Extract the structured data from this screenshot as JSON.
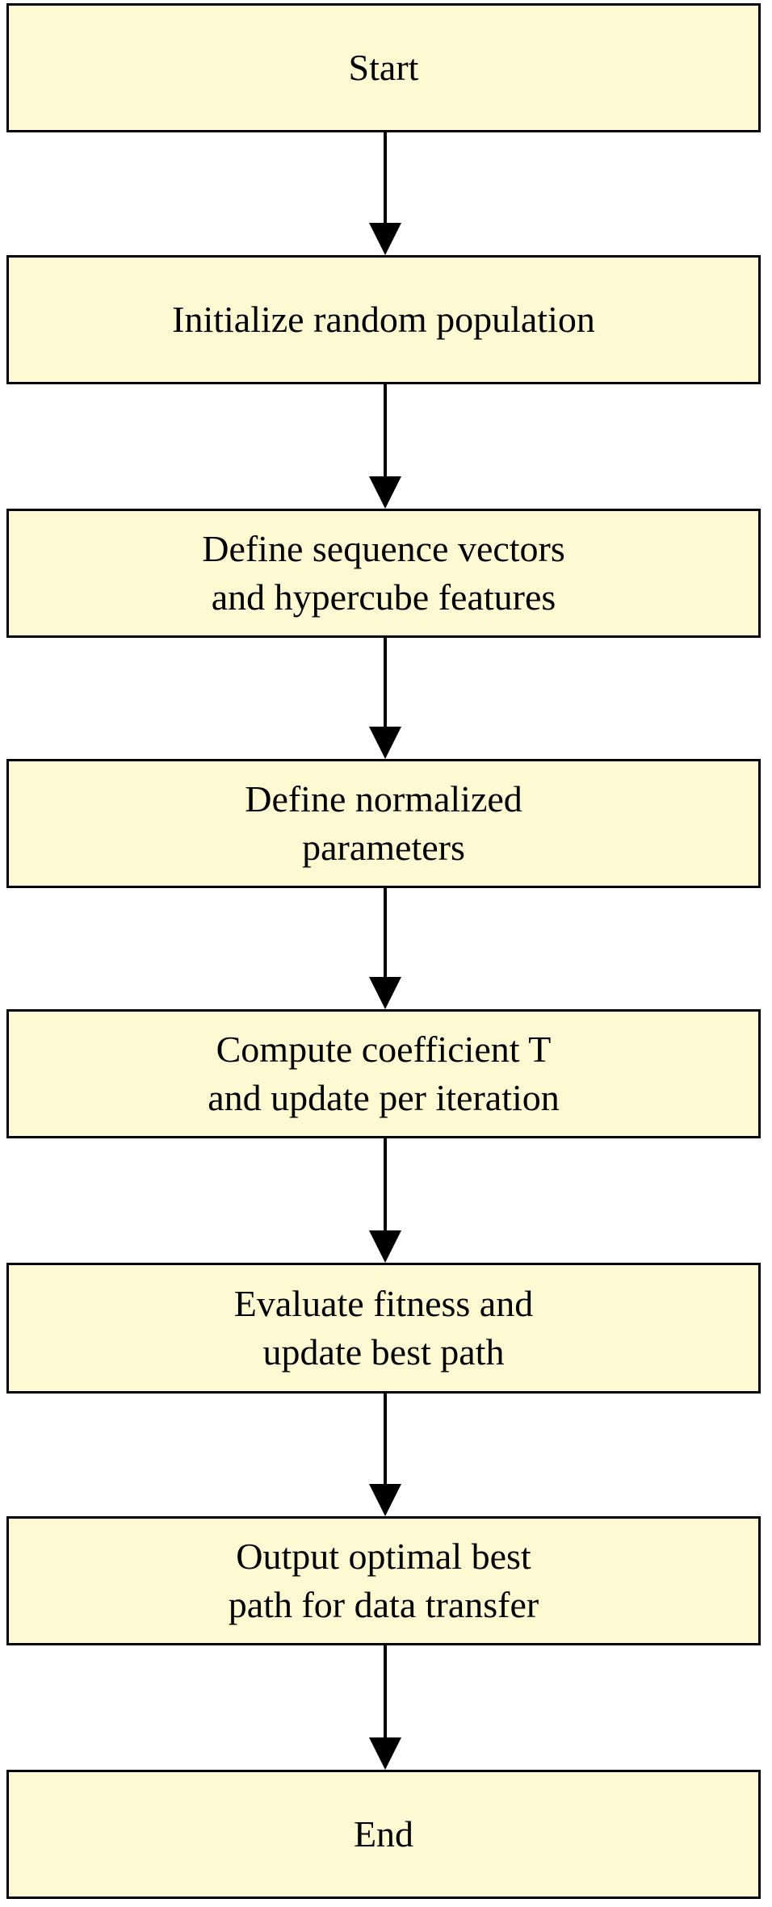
{
  "flowchart": {
    "colors": {
      "box_fill": "#fdfad3",
      "box_border": "#000000",
      "arrow": "#000000",
      "text": "#000000"
    },
    "steps": [
      {
        "id": "start",
        "label": "Start"
      },
      {
        "id": "init-population",
        "label": "Initialize random population"
      },
      {
        "id": "define-vectors",
        "label": "Define sequence vectors\nand hypercube features"
      },
      {
        "id": "define-normalized",
        "label": "Define normalized\nparameters"
      },
      {
        "id": "compute-coefficient",
        "label": "Compute coefficient T\nand update per iteration"
      },
      {
        "id": "evaluate-fitness",
        "label": "Evaluate fitness and\nupdate best path"
      },
      {
        "id": "output-path",
        "label": "Output optimal best\npath for data transfer"
      },
      {
        "id": "end",
        "label": "End"
      }
    ]
  }
}
